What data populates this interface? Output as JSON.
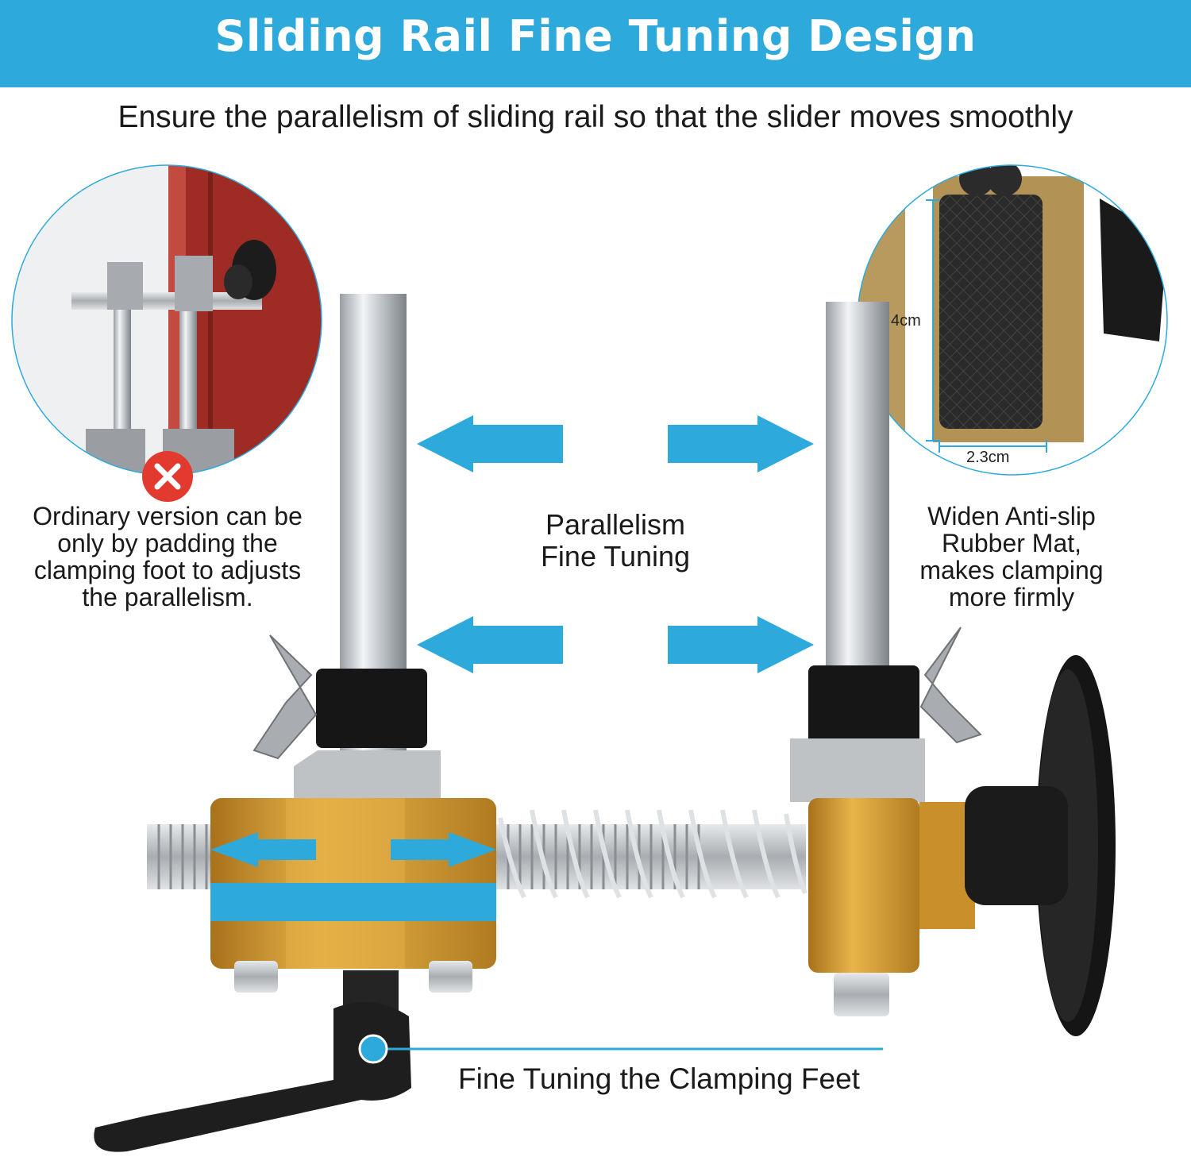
{
  "banner": {
    "title": "Sliding Rail Fine Tuning Design",
    "color": "#2ea9dc"
  },
  "subtitle": "Ensure the parallelism of sliding rail so that the slider moves smoothly",
  "left_callout": {
    "caption": "Ordinary version can be only by padding the clamping foot to adjusts the parallelism.",
    "badge_icon": "red-x-icon"
  },
  "right_callout": {
    "caption": "Widen Anti-slip Rubber Mat, makes clamping more firmly",
    "height_label": "4cm",
    "width_label": "2.3cm"
  },
  "center_label": {
    "line1": "Parallelism",
    "line2": "Fine Tuning"
  },
  "bottom_label": "Fine Tuning the Clamping Feet",
  "colors": {
    "accent_blue": "#2ea9dc",
    "gold": "#c9902a",
    "badge_red": "#e23a2e"
  }
}
